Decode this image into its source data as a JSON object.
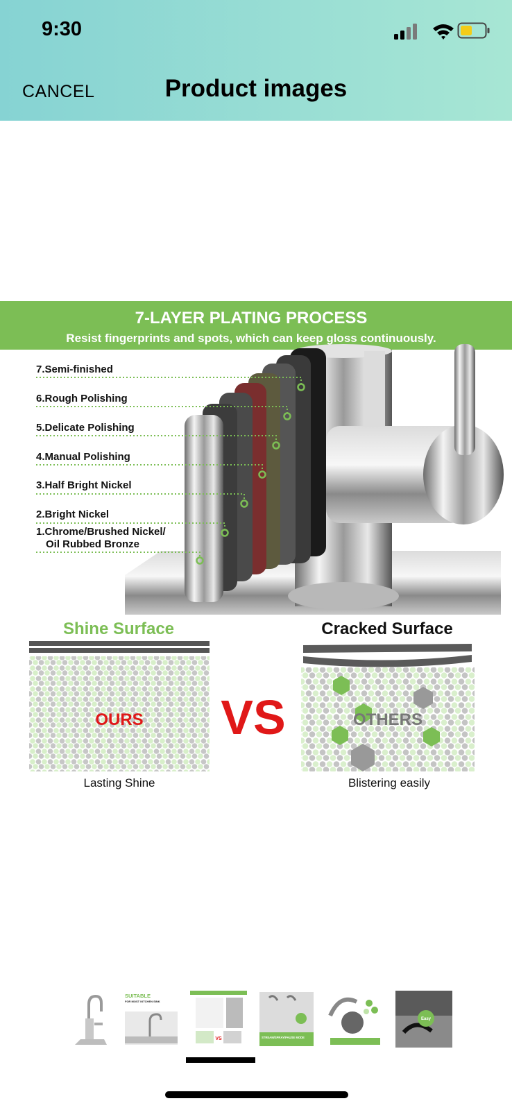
{
  "status_bar": {
    "time": "9:30"
  },
  "nav": {
    "cancel_label": "CANCEL",
    "title": "Product images"
  },
  "image": {
    "banner_title": "7-LAYER PLATING PROCESS",
    "banner_subtitle": "Resist fingerprints and spots, which can keep gloss continuously.",
    "layers": [
      "7.Semi-finished",
      "6.Rough Polishing",
      "5.Delicate Polishing",
      "4.Manual Polishing",
      "3.Half Bright Nickel",
      "2.Bright Nickel",
      "1.Chrome/Brushed Nickel/",
      "Oil Rubbed Bronze"
    ],
    "left_heading": "Shine Surface",
    "right_heading": "Cracked Surface",
    "ours_label": "OURS",
    "vs_label": "VS",
    "others_label": "OTHERS",
    "left_caption": "Lasting Shine",
    "right_caption": "Blistering easily",
    "banner_color": "#7cbe55"
  },
  "thumbnails": {
    "thumb2_title": "SUITABLE",
    "thumb2_sub": "FOR MOST KITCHEN SINK",
    "thumb4_tag": "STREAM/SPRAY/PAUSE MODE",
    "thumb6_badge": "Easy"
  }
}
